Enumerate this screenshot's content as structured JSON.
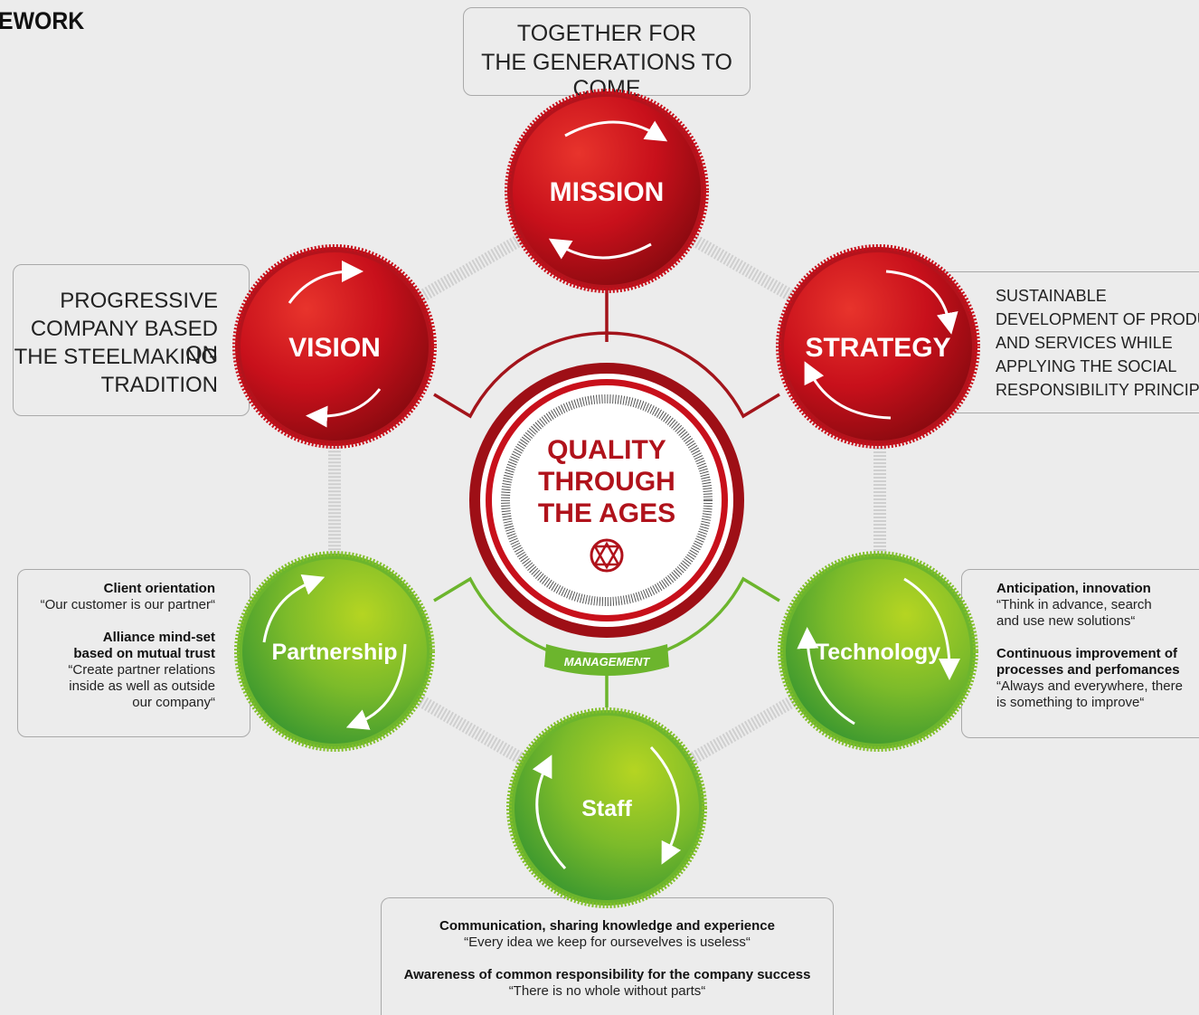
{
  "title": "EWORK",
  "center": {
    "line1": "QUALITY",
    "line2": "THROUGH",
    "line3": "THE AGES",
    "logo_icon": "company-triangle-logo-icon"
  },
  "management_label": "MANAGEMENT",
  "circles": {
    "mission": "MISSION",
    "vision": "VISION",
    "strategy": "STRATEGY",
    "partnership": "Partnership",
    "technology": "Technology",
    "staff": "Staff"
  },
  "mission_box": {
    "line1": "TOGETHER FOR",
    "line2": "THE GENERATIONS TO COME"
  },
  "vision_box": {
    "line1": "PROGRESSIVE",
    "line2": "COMPANY BASED ON",
    "line3": "THE STEELMAKING",
    "line4": "TRADITION"
  },
  "strategy_box": {
    "line1": "SUSTAINABLE",
    "line2": "DEVELOPMENT OF PRODUCTS",
    "line3": "AND SERVICES WHILE",
    "line4": "APPLYING THE SOCIAL",
    "line5": "RESPONSIBILITY PRINCIPLES"
  },
  "partnership_box": {
    "h1": "Client orientation",
    "q1": "“Our customer is our partner“",
    "h2a": "Alliance mind-set",
    "h2b": "based on mutual trust",
    "q2a": "“Create partner relations",
    "q2b": "inside as well as outside",
    "q2c": "our company“"
  },
  "technology_box": {
    "h1": "Anticipation, innovation",
    "q1a": "“Think in advance, search",
    "q1b": "and use new solutions“",
    "h2a": "Continuous improvement of",
    "h2b": "processes and perfomances",
    "q2a": "“Always and everywhere, there",
    "q2b": "is something to improve“"
  },
  "staff_box": {
    "h1": "Communication, sharing knowledge and experience",
    "q1": "“Every idea we keep for oursevelves  is useless“",
    "h2": "Awareness of common responsibility for the company success",
    "q2": "“There is no whole without parts“"
  },
  "colors": {
    "red": "#c8101b",
    "dark_red": "#9e0f16",
    "green": "#6cb52d",
    "light_green": "#a6cf24",
    "ring_gray": "#d2d2d2",
    "background": "#ececec"
  }
}
